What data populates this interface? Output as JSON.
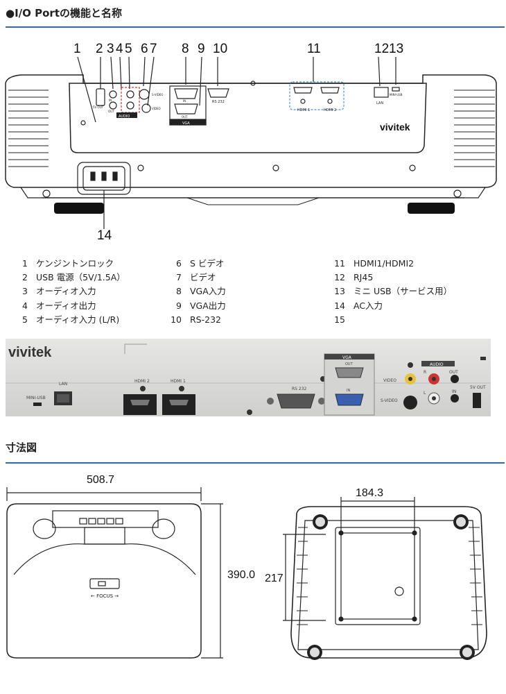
{
  "io_section": {
    "title": "●I/O Portの機能と名称",
    "callouts": [
      "1",
      "2",
      "3",
      "4",
      "5",
      "6",
      "7",
      "8",
      "9",
      "10",
      "11",
      "12",
      "13",
      "14"
    ],
    "panel_text": {
      "brand": "vivitek",
      "usb_power": "5V OUT",
      "audio": "AUDIO",
      "audio_in": "IN",
      "audio_out": "OUT",
      "vga": "VGA",
      "vga_in": "IN",
      "vga_out": "OUT",
      "rs232": "RS 232",
      "hdmi1": "HDMI 1",
      "hdmi2": "HDMI 2",
      "lan": "LAN",
      "mini_usb": "MINI-USB",
      "video": "VIDEO",
      "s_video": "S-VIDEO"
    },
    "legend": [
      {
        "num": "1",
        "label": "ケンジントンロック"
      },
      {
        "num": "2",
        "label": "USB 電源（5V/1.5A）"
      },
      {
        "num": "3",
        "label": "オーディオ入力"
      },
      {
        "num": "4",
        "label": "オーディオ出力"
      },
      {
        "num": "5",
        "label": "オーディオ入力 (L/R)"
      },
      {
        "num": "6",
        "label": "S ビデオ"
      },
      {
        "num": "7",
        "label": "ビデオ"
      },
      {
        "num": "8",
        "label": "VGA入力"
      },
      {
        "num": "9",
        "label": "VGA出力"
      },
      {
        "num": "10",
        "label": "RS-232"
      },
      {
        "num": "11",
        "label": "HDMI1/HDMI2"
      },
      {
        "num": "12",
        "label": "RJ45"
      },
      {
        "num": "13",
        "label": "ミニ USB（サービス用）"
      },
      {
        "num": "14",
        "label": "AC入力"
      },
      {
        "num": "15",
        "label": ""
      }
    ]
  },
  "photo": {
    "brand": "vivitek",
    "mini_usb": "MINI-USB",
    "lan": "LAN",
    "hdmi2": "HDMI 2",
    "hdmi1": "HDMI 1",
    "rs232": "RS 232",
    "vga": "VGA",
    "vga_out": "OUT",
    "vga_in": "IN",
    "video": "VIDEO",
    "s_video": "S-VIDEO",
    "audio": "AUDIO",
    "r": "R",
    "l": "L",
    "out": "OUT",
    "in": "IN",
    "usb_out": "5V OUT"
  },
  "dimension_section": {
    "title": "寸法図",
    "width_mm": "508.7",
    "depth_mm": "390.0",
    "mount_width_mm": "184.3",
    "mount_depth_mm": "217",
    "focus_label": "← FOCUS →"
  }
}
